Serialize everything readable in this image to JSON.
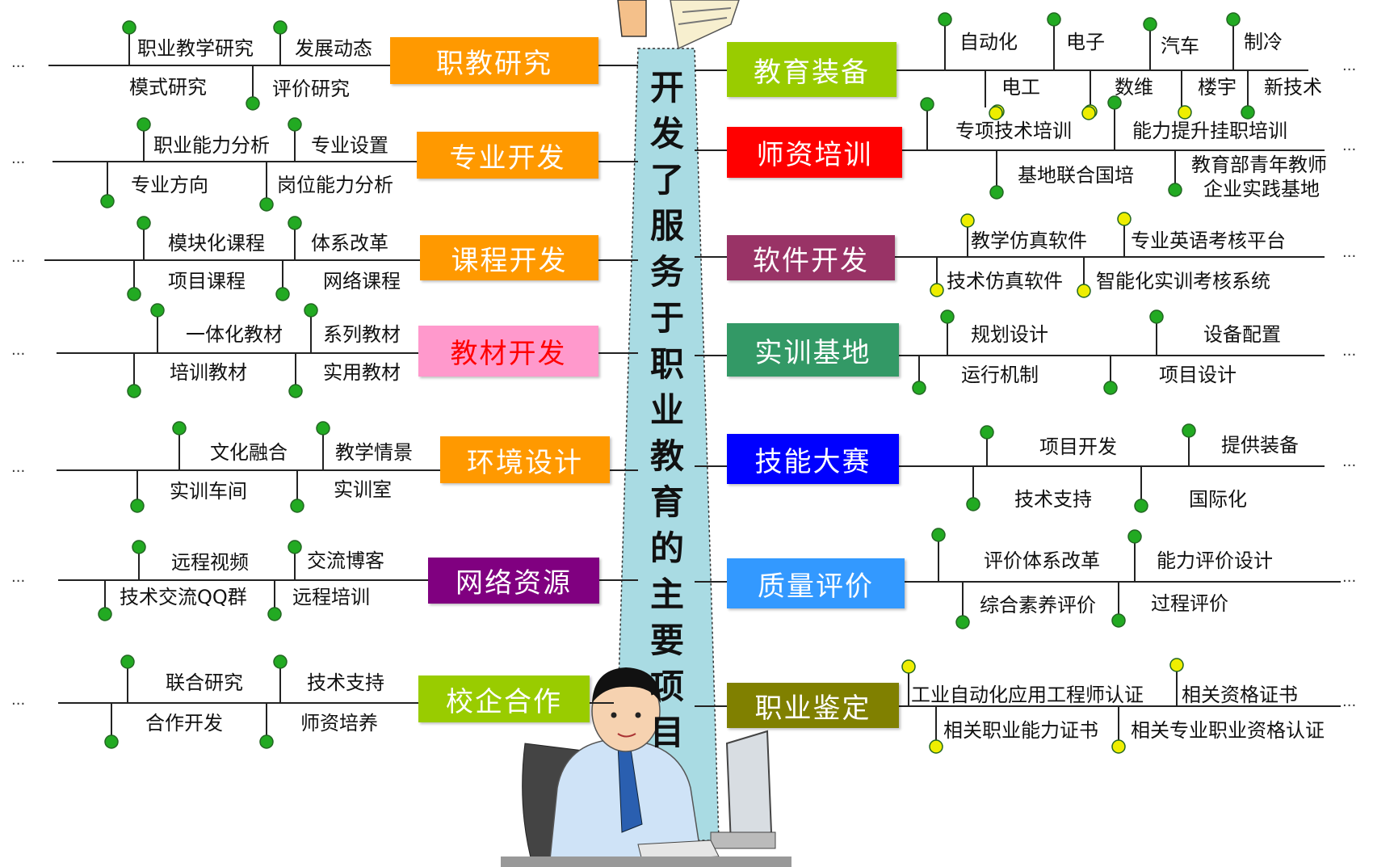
{
  "center_title": [
    "开",
    "发",
    "了",
    "服",
    "务",
    "于",
    "职",
    "业",
    "教",
    "育",
    "的",
    "主",
    "要",
    "项",
    "目"
  ],
  "colors": {
    "pillar": "#a9dbe3",
    "line": "#222",
    "green_dot": "#22aa22",
    "yellow_dot": "#eeee00"
  },
  "branches_left": [
    {
      "title": "职教研究",
      "color": "#ff9900",
      "tl": "职业教学研究",
      "tr": "发展动态",
      "bl": "模式研究",
      "br": "评价研究"
    },
    {
      "title": "专业开发",
      "color": "#ff9900",
      "tl": "职业能力分析",
      "tr": "专业设置",
      "bl": "专业方向",
      "br": "岗位能力分析"
    },
    {
      "title": "课程开发",
      "color": "#ff9900",
      "tl": "模块化课程",
      "tr": "体系改革",
      "bl": "项目课程",
      "br": "网络课程"
    },
    {
      "title": "教材开发",
      "color": "#ff99cc",
      "text_color": "#ff0000",
      "tl": "一体化教材",
      "tr": "系列教材",
      "bl": "培训教材",
      "br": "实用教材"
    },
    {
      "title": "环境设计",
      "color": "#ff9900",
      "tl": "文化融合",
      "tr": "教学情景",
      "bl": "实训车间",
      "br": "实训室"
    },
    {
      "title": "网络资源",
      "color": "#800080",
      "tl": "远程视频",
      "tr": "交流博客",
      "bl": "技术交流QQ群",
      "br": "远程培训"
    },
    {
      "title": "校企合作",
      "color": "#99cc00",
      "tl": "联合研究",
      "tr": "技术支持",
      "bl": "合作开发",
      "br": "师资培养"
    }
  ],
  "branches_right": [
    {
      "title": "教育装备",
      "color": "#99cc00",
      "tl": "自动化",
      "tm": "电子",
      "tr": "汽车",
      "tx": "制冷",
      "bl": "电工",
      "bm": "数维",
      "br": "楼宇",
      "bx": "新技术"
    },
    {
      "title": "师资培训",
      "color": "#ff0000",
      "tl": "专项技术培训",
      "tr": "能力提升挂职培训",
      "bl": "基地联合国培",
      "br": "教育部青年教师",
      "br2": "企业实践基地"
    },
    {
      "title": "软件开发",
      "color": "#993366",
      "tl": "教学仿真软件",
      "tr": "专业英语考核平台",
      "bl": "技术仿真软件",
      "br": "智能化实训考核系统"
    },
    {
      "title": "实训基地",
      "color": "#339966",
      "tl": "规划设计",
      "tr": "设备配置",
      "bl": "运行机制",
      "br": "项目设计"
    },
    {
      "title": "技能大赛",
      "color": "#0000ff",
      "tl": "项目开发",
      "tr": "提供装备",
      "bl": "技术支持",
      "br": "国际化"
    },
    {
      "title": "质量评价",
      "color": "#3399ff",
      "tl": "评价体系改革",
      "tr": "能力评价设计",
      "bl": "综合素养评价",
      "br": "过程评价"
    },
    {
      "title": "职业鉴定",
      "color": "#808000",
      "tl": "工业自动化应用工程师认证",
      "tr": "相关资格证书",
      "bl": "相关职业能力证书",
      "br": "相关专业职业资格认证"
    }
  ],
  "ellipsis": "..."
}
